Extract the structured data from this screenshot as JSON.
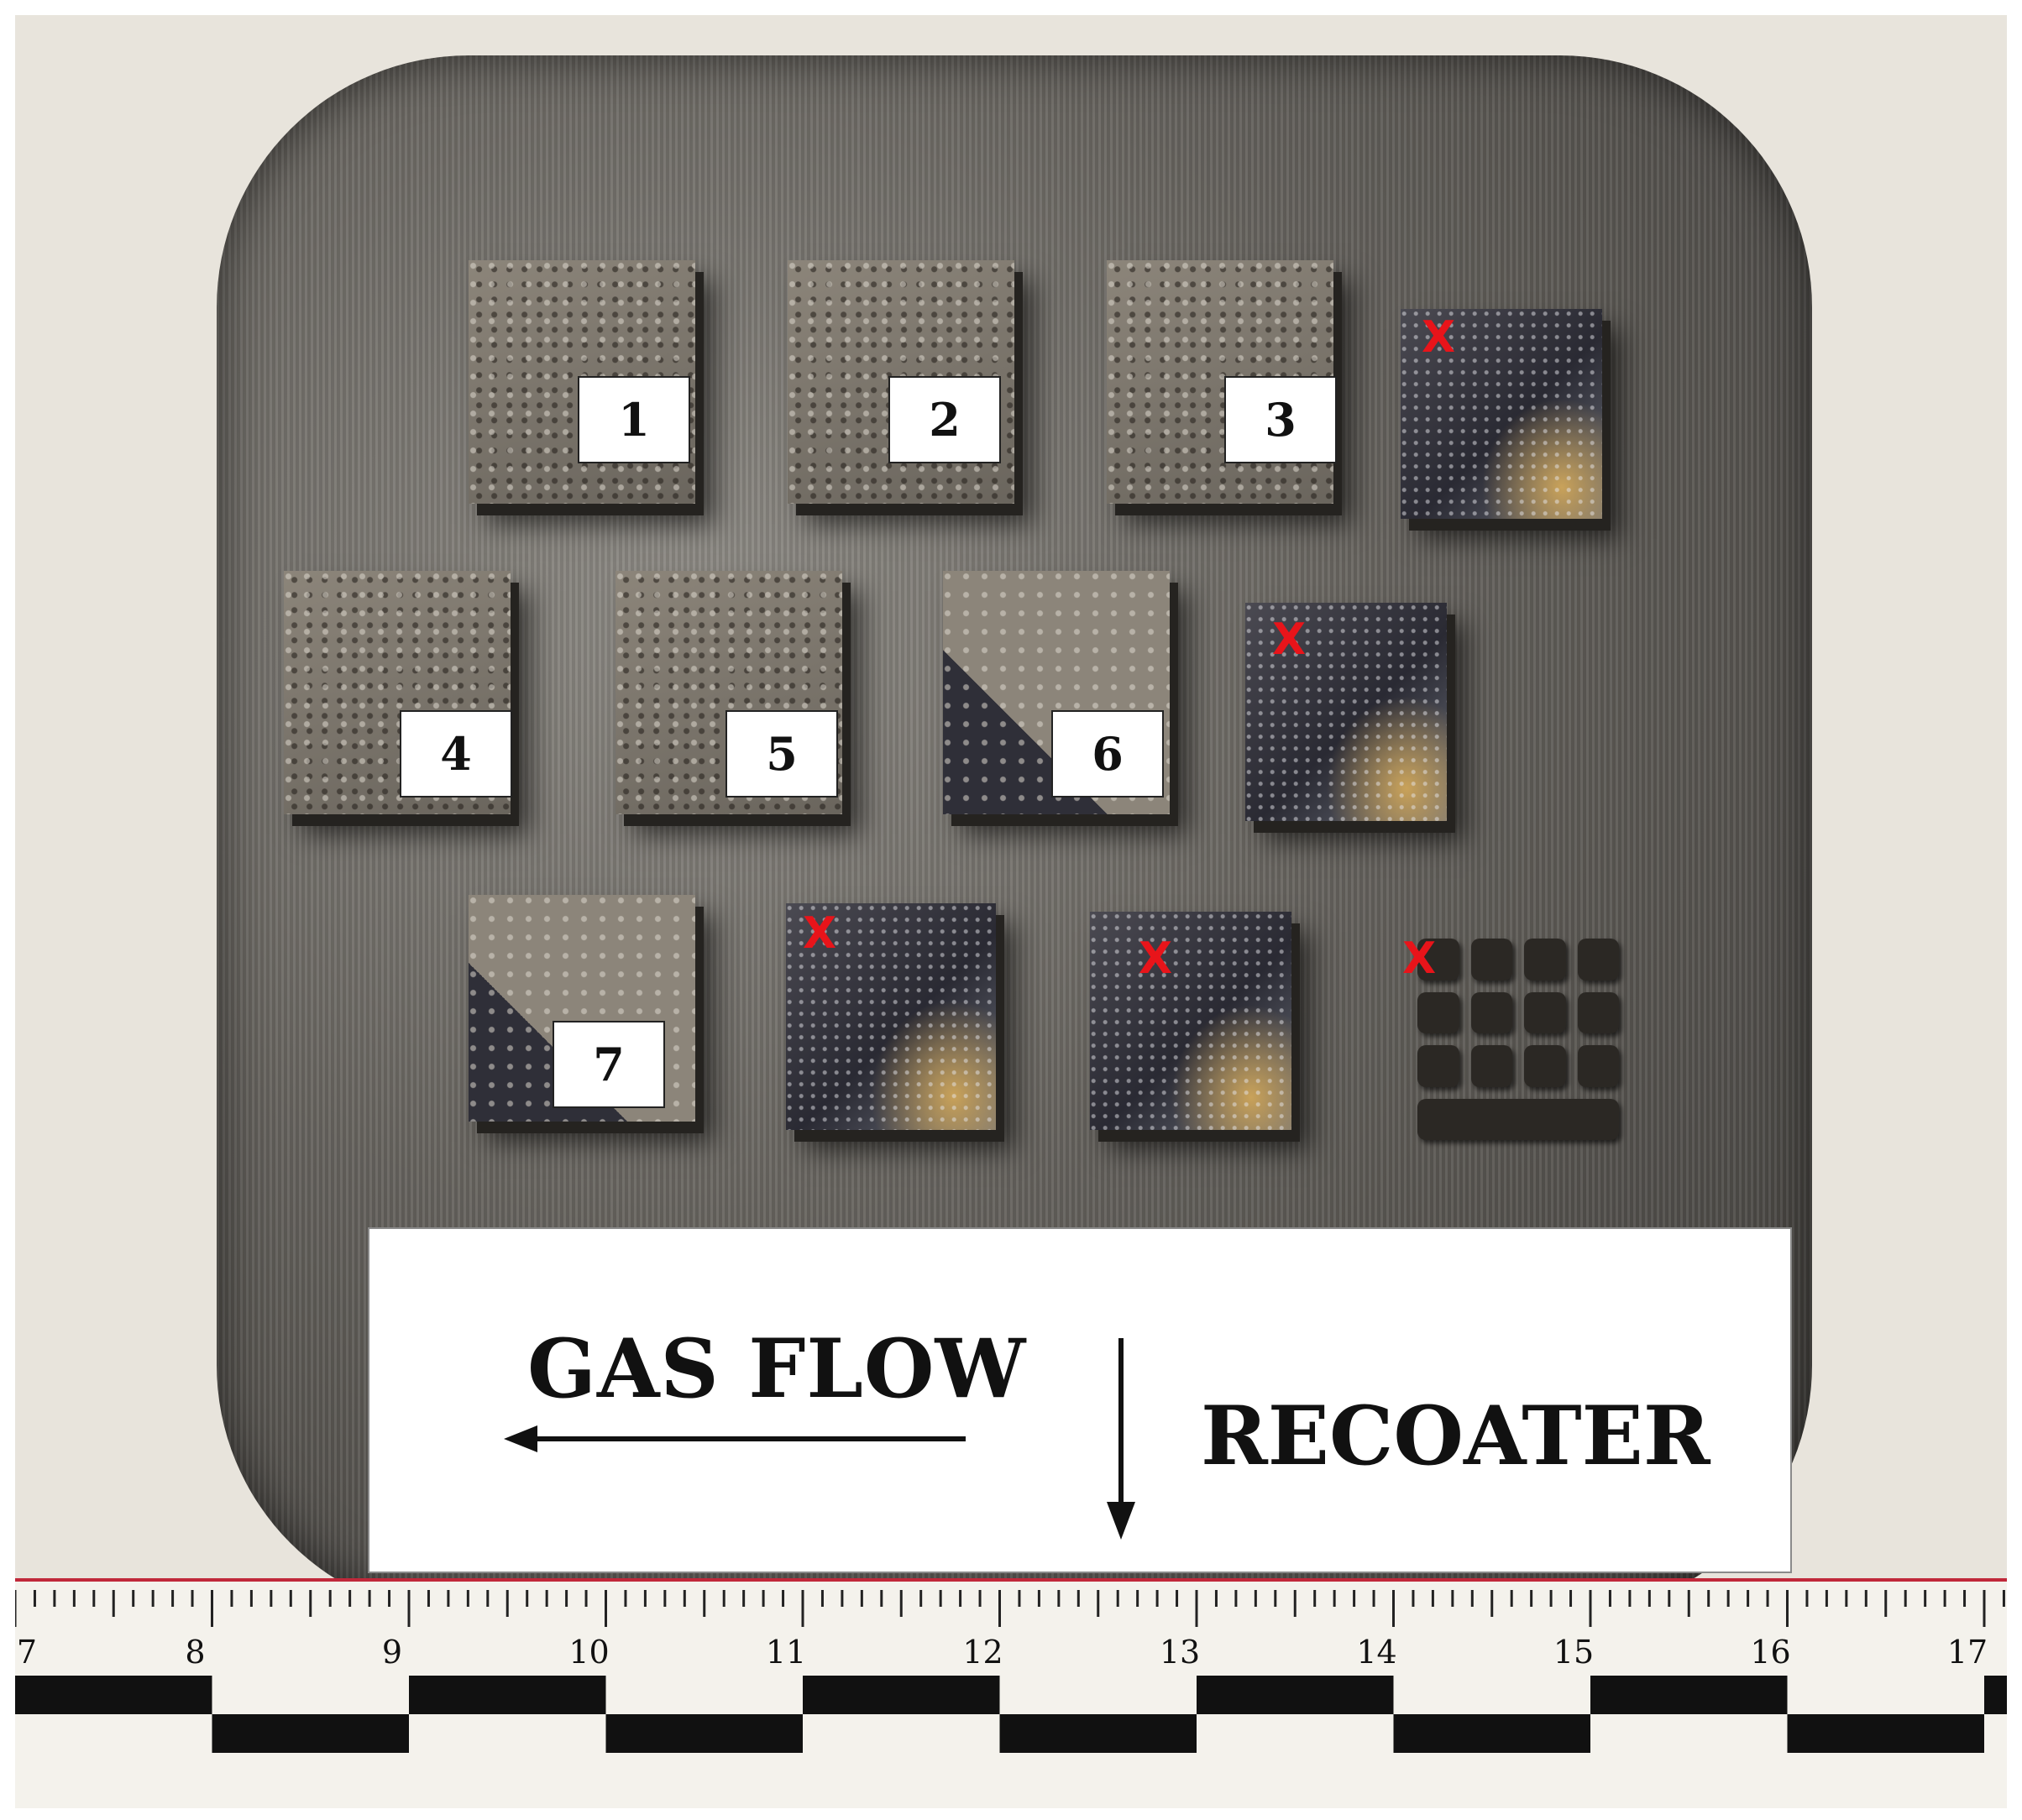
{
  "specimens": [
    {
      "label": "1",
      "failed": false
    },
    {
      "label": "2",
      "failed": false
    },
    {
      "label": "3",
      "failed": false
    },
    {
      "label": "4",
      "failed": false
    },
    {
      "label": "5",
      "failed": false
    },
    {
      "label": "6",
      "failed": false
    },
    {
      "label": "7",
      "failed": false
    }
  ],
  "failure_mark": "X",
  "legend": {
    "gas_flow": "GAS FLOW",
    "recoater": "RECOATER"
  },
  "ruler": {
    "numbers": [
      "7",
      "8",
      "9",
      "10",
      "11",
      "12",
      "13",
      "14",
      "15",
      "16",
      "17"
    ]
  },
  "colors": {
    "failure_mark": "#e8141a",
    "ruler_edge": "#c0283a"
  }
}
